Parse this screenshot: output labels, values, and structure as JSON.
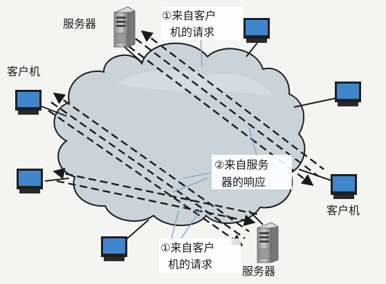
{
  "labels": {
    "server_top": "服务器",
    "server_bottom": "服务器",
    "client_left": "客户机",
    "client_right": "客户机",
    "request_top_line1": "①来自客户",
    "request_top_line2": "机的请求",
    "response_line1": "②来自服务",
    "response_line2": "器的响应",
    "request_bottom_line1": "①来自客户",
    "request_bottom_line2": "机的请求"
  },
  "colors": {
    "cloud_fill": "#c9d3d9",
    "cloud_stroke": "#1c1c1c",
    "screen": "#3f86cc",
    "screen_frame": "#1e1e1e",
    "server_body": "#a9a9a9",
    "dashed_arrow": "#1a1a1a",
    "callout_line": "#7fa7c9",
    "background": "#f4f4f3"
  },
  "icons": [
    "server-icon",
    "client-computer-icon"
  ]
}
